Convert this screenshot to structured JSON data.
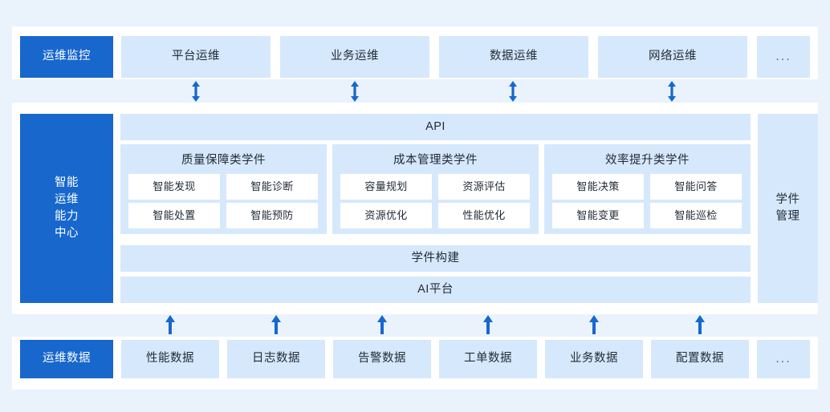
{
  "theme": {
    "page_background": "#eaf2fc",
    "panel_background": "#ffffff",
    "accent": "#1767cd",
    "cell_background": "#d6e8fc",
    "leaf_background": "#ffffff",
    "text": "#222c37",
    "arrow_color": "#1767cd"
  },
  "top_row": {
    "label": "运维监控",
    "items": [
      {
        "label": "平台运维"
      },
      {
        "label": "业务运维"
      },
      {
        "label": "数据运维"
      },
      {
        "label": "网络运维"
      }
    ],
    "more": "..."
  },
  "connectors": {
    "upper": {
      "type": "double-arrow",
      "count": 4,
      "direction": "up-down"
    },
    "lower": {
      "type": "single-arrow",
      "count": 6,
      "direction": "up"
    }
  },
  "middle": {
    "label": "智能运维能力中心",
    "label_lines": [
      "智能",
      "运维",
      "能力",
      "中心"
    ],
    "bars": {
      "api": "API",
      "build": "学件构建",
      "platform": "AI平台"
    },
    "side": {
      "label": "学件管理",
      "label_lines": [
        "学件",
        "管理"
      ]
    },
    "groups": [
      {
        "title": "质量保障类学件",
        "items": [
          "智能发现",
          "智能诊断",
          "智能处置",
          "智能预防"
        ]
      },
      {
        "title": "成本管理类学件",
        "items": [
          "容量规划",
          "资源评估",
          "资源优化",
          "性能优化"
        ]
      },
      {
        "title": "效率提升类学件",
        "items": [
          "智能决策",
          "智能问答",
          "智能变更",
          "智能巡检"
        ]
      }
    ]
  },
  "bottom_row": {
    "label": "运维数据",
    "items": [
      {
        "label": "性能数据"
      },
      {
        "label": "日志数据"
      },
      {
        "label": "告警数据"
      },
      {
        "label": "工单数据"
      },
      {
        "label": "业务数据"
      },
      {
        "label": "配置数据"
      }
    ],
    "more": "..."
  }
}
